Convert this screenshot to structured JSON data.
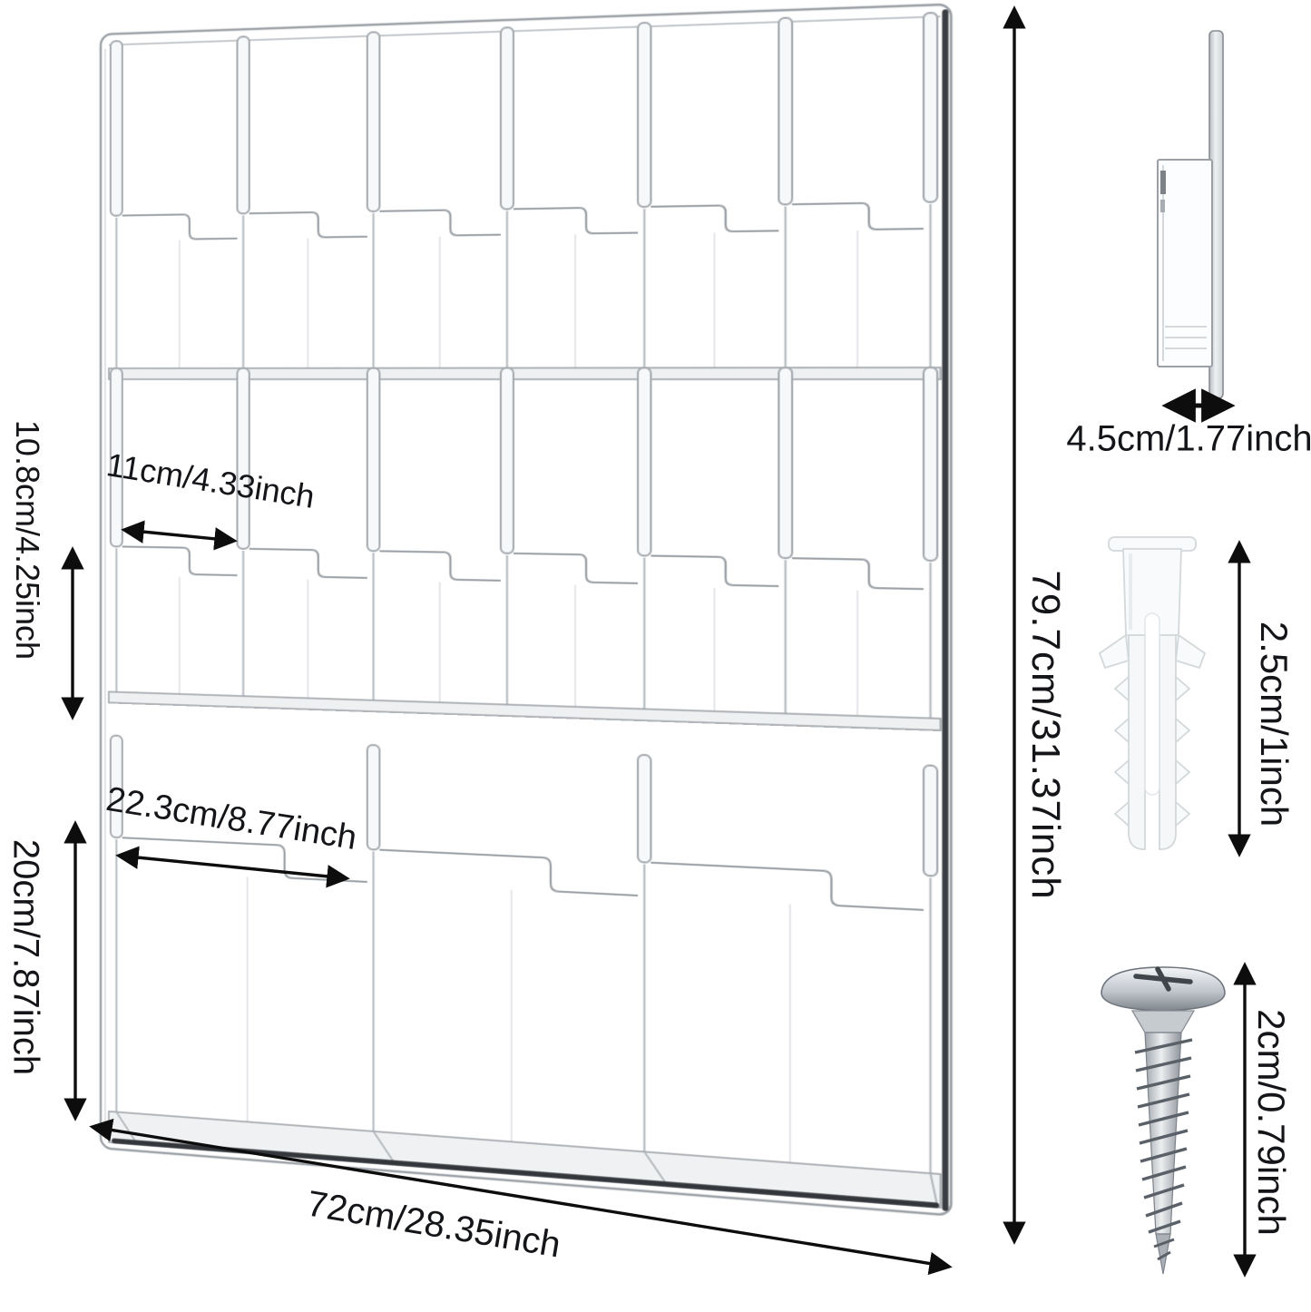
{
  "page": {
    "type": "product dimension diagram",
    "background": "#ffffff"
  },
  "product": {
    "name": "clear acrylic wall-mount brochure holder",
    "rack": {
      "rows": [
        {
          "position": "top",
          "pockets": 6
        },
        {
          "position": "middle",
          "pockets": 6
        },
        {
          "position": "bottom",
          "pockets": 3
        }
      ]
    }
  },
  "dimensions": {
    "pocket_width_small": "11cm/4.33inch",
    "row_height_small": "10.8cm/4.25inch",
    "pocket_width_large": "22.3cm/8.77inch",
    "row_height_large": "20cm/7.87inch",
    "total_width": "72cm/28.35inch",
    "total_height": "79.7cm/31.37inch",
    "holder_depth": "4.5cm/1.77inch",
    "anchor_length": "2.5cm/1inch",
    "screw_length": "2cm/0.79inch"
  },
  "icons": {
    "rack": "brochure-rack-line-art",
    "side_view": "holder-side-profile",
    "anchor": "drywall-anchor",
    "screw": "mounting-screw",
    "arrow": "dimension-arrow"
  },
  "colors": {
    "acrylic_outline": "#9ba1a6",
    "dark_edge": "#34383c",
    "dimension_ink": "#0d0d0d",
    "background": "#ffffff"
  }
}
